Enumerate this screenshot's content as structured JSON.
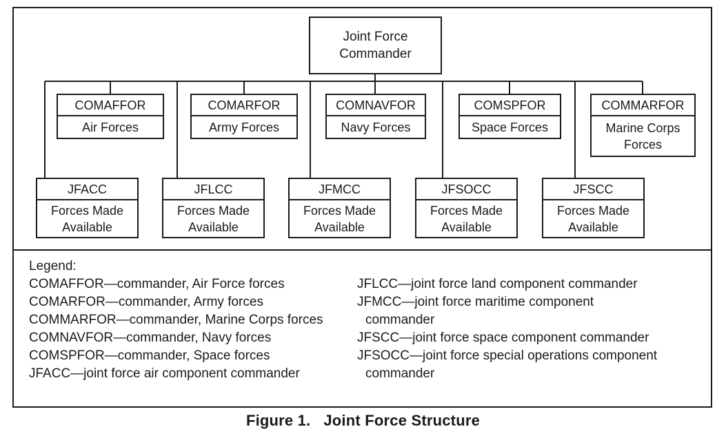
{
  "root": {
    "label": "Joint Force Commander"
  },
  "service_components": [
    {
      "title": "COMAFFOR",
      "subtitle": "Air Forces"
    },
    {
      "title": "COMARFOR",
      "subtitle": "Army Forces"
    },
    {
      "title": "COMNAVFOR",
      "subtitle": "Navy Forces"
    },
    {
      "title": "COMSPFOR",
      "subtitle": "Space Forces"
    },
    {
      "title": "COMMARFOR",
      "subtitle": "Marine Corps Forces"
    }
  ],
  "functional_components": [
    {
      "title": "JFACC",
      "subtitle": "Forces Made Available"
    },
    {
      "title": "JFLCC",
      "subtitle": "Forces Made Available"
    },
    {
      "title": "JFMCC",
      "subtitle": "Forces Made Available"
    },
    {
      "title": "JFSOCC",
      "subtitle": "Forces Made Available"
    },
    {
      "title": "JFSCC",
      "subtitle": "Forces Made Available"
    }
  ],
  "legend": {
    "title": "Legend:",
    "left": [
      "COMAFFOR—commander, Air Force forces",
      "COMARFOR—commander, Army forces",
      "COMMARFOR—commander, Marine Corps forces",
      "COMNAVFOR—commander, Navy forces",
      "COMSPFOR—commander, Space forces",
      "JFACC—joint force air component commander"
    ],
    "right": [
      "JFLCC—joint force land component commander",
      "JFMCC—joint force maritime component commander",
      "JFSCC—joint force space component commander",
      "JFSOCC—joint force special operations component commander"
    ]
  },
  "caption": "Figure 1.   Joint Force Structure"
}
